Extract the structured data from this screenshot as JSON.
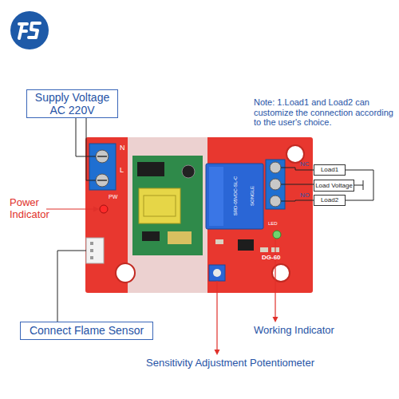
{
  "diagram": {
    "nodes": [
      {
        "text": [
          "Supply Voltage AC 220V"
        ]
      },
      {
        "text": [
          "Load1"
        ]
      },
      {
        "text": [
          "Load Voltage"
        ]
      },
      {
        "text": [
          "Load2"
        ]
      },
      {
        "text": [
          "Connect Flame Sensor"
        ]
      }
    ],
    "edges": [
      {
        "from": 1,
        "to": 3,
        "arrow": "none"
      }
    ],
    "labels": [
      "Note: 1.Load1 and Load2 can customize the connection according to the user's choice.",
      "N",
      "L",
      "PW",
      "Power Indicator",
      "NC",
      "NO",
      "SRD-05VDC-SL-C",
      "SONGLE",
      "LED",
      "DG-60",
      "Working Indicator",
      "Sensitivity Adjustment Potentiometer"
    ]
  }
}
